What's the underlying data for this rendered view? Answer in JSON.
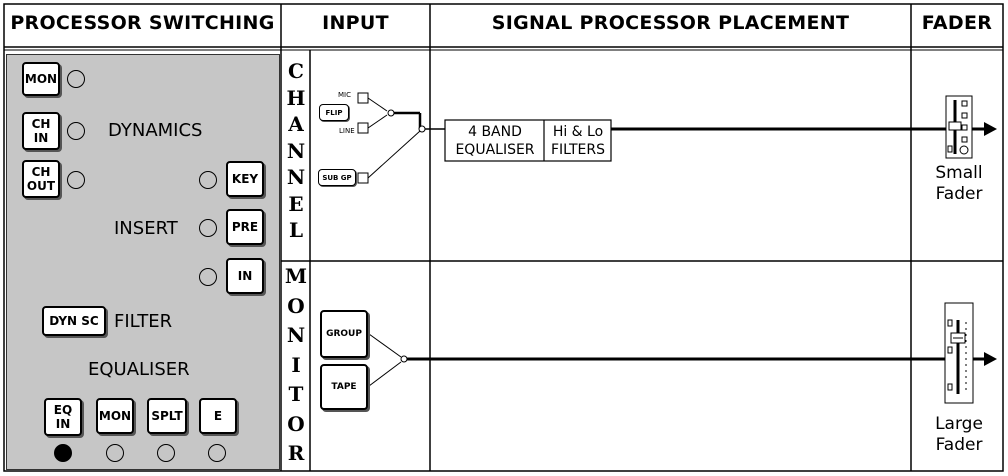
{
  "headers": {
    "processor_switching": "PROCESSOR SWITCHING",
    "input": "INPUT",
    "signal_processor_placement": "SIGNAL PROCESSOR PLACEMENT",
    "fader": "FADER"
  },
  "switching": {
    "mon_button": "MON",
    "ch_in_button": "CH\nIN",
    "ch_out_button": "CH\nOUT",
    "dynamics_label": "DYNAMICS",
    "insert_label": "INSERT",
    "key_button": "KEY",
    "pre_button": "PRE",
    "in_button": "IN",
    "dyn_sc_button": "DYN SC",
    "filter_label": "FILTER",
    "equaliser_label": "EQUALISER",
    "eq_in_button": "EQ\nIN",
    "eq_mon_button": "MON",
    "splt_button": "SPLT",
    "e_button": "E",
    "eq_in_led_state": "on"
  },
  "channel": {
    "letters": [
      "C",
      "H",
      "A",
      "N",
      "N",
      "E",
      "L"
    ],
    "mic_label": "MIC",
    "flip_button": "FLIP",
    "line_label": "LINE",
    "sub_gp_button": "SUB GP",
    "eq_box": "4 BAND\nEQUALISER",
    "filters_box": "Hi & Lo\nFILTERS",
    "fader_label": "Small\nFader"
  },
  "monitor": {
    "letters": [
      "M",
      "O",
      "N",
      "I",
      "T",
      "O",
      "R"
    ],
    "group_button": "GROUP",
    "tape_button": "TAPE",
    "fader_label": "Large\nFader"
  }
}
